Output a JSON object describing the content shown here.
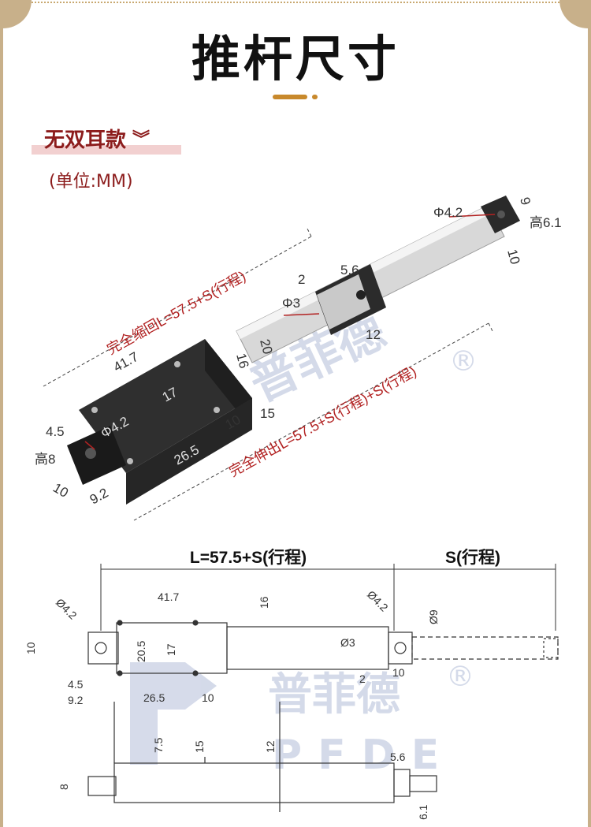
{
  "page": {
    "title": "推杆尺寸",
    "section_tag": "无双耳款",
    "unit": "(单位:MM)"
  },
  "iso_view": {
    "retracted_label": "完全缩回L=57.5+S(行程)",
    "extended_label": "完全伸出L=57.5+S(行程)+S(行程)",
    "dims": {
      "d_rod_hole": "Φ4.2",
      "d9": "9",
      "h61": "高6.1",
      "d10_rod": "10",
      "d2": "2",
      "d56": "5.6",
      "phi3": "Φ3",
      "d12": "12",
      "d20": "20",
      "d16": "16",
      "d417": "41.7",
      "d17": "17",
      "d15": "15",
      "d10_body": "10",
      "d45": "4.5",
      "phi42_base": "Φ4.2",
      "h8": "高8",
      "d265": "26.5",
      "d10_base": "10",
      "d92": "9.2"
    }
  },
  "top_view": {
    "length_label": "L=57.5+S(行程)",
    "stroke_label": "S(行程)",
    "dims": {
      "phi42_left": "Ø4.2",
      "d417": "41.7",
      "d16": "16",
      "phi42_right": "Ø4.2",
      "phi9": "Ø9",
      "d10_left": "10",
      "d205": "20.5",
      "d17": "17",
      "phi3": "Ø3",
      "d45": "4.5",
      "d2": "2",
      "d10_right": "10",
      "d92": "9.2",
      "d265": "26.5",
      "d10_mid": "10"
    }
  },
  "side_view": {
    "dims": {
      "d75": "7.5",
      "d15": "15",
      "d12": "12",
      "d56": "5.6",
      "d8": "8",
      "d61": "6.1"
    }
  },
  "watermark": {
    "brand_cn": "普菲德",
    "brand_en": "PFDE",
    "registered": "®"
  },
  "colors": {
    "accent_gold": "#c8892c",
    "tag_red": "#8c1c1c",
    "frame": "#c8b08a",
    "dim_red": "#b22222"
  }
}
